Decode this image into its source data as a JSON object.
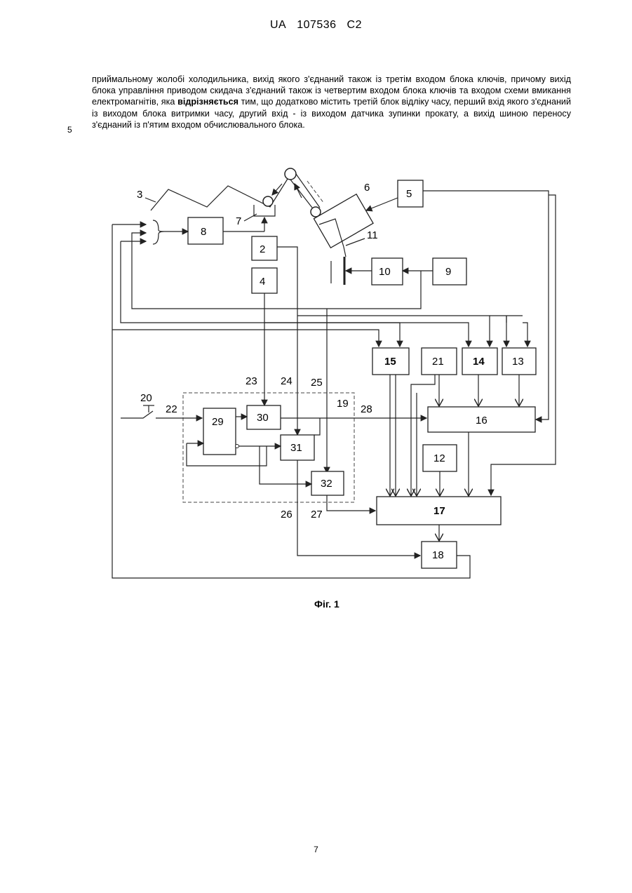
{
  "header": {
    "country": "UA",
    "number": "107536",
    "kind": "C2"
  },
  "text": {
    "p1": "приймальному жолобі холодильника, вихід якого з'єднаний також із третім входом блока ключів, причому вихід блока управління приводом скидача з'єднаний також із четвертим входом блока ключів та входом схеми вмикання електромагнітів, яка ",
    "p_bold": "відрізняється",
    "p2": " тим, що додатково містить третій блок відліку часу, перший вхід якого з'єднаний із виходом блока витримки часу, другий вхід - із виходом датчика зупинки прокату, а вихід шиною переносу з'єднаний із п'ятим входом обчислювального блока."
  },
  "line_number": "5",
  "figure": {
    "caption": "Фіг. 1",
    "labels": {
      "b2": "2",
      "b3": "3",
      "b4": "4",
      "b5": "5",
      "b6": "6",
      "b7": "7",
      "b8": "8",
      "b9": "9",
      "b10": "10",
      "b11": "11",
      "b12": "12",
      "b13": "13",
      "b14": "14",
      "b15": "15",
      "b16": "16",
      "b17": "17",
      "b18": "18",
      "b19": "19",
      "b20": "20",
      "b21": "21",
      "b22": "22",
      "b23": "23",
      "b24": "24",
      "b25": "25",
      "b26": "26",
      "b27": "27",
      "b28": "28",
      "b29": "29",
      "b30": "30",
      "b31": "31",
      "b32": "32"
    }
  },
  "page_number": "7"
}
